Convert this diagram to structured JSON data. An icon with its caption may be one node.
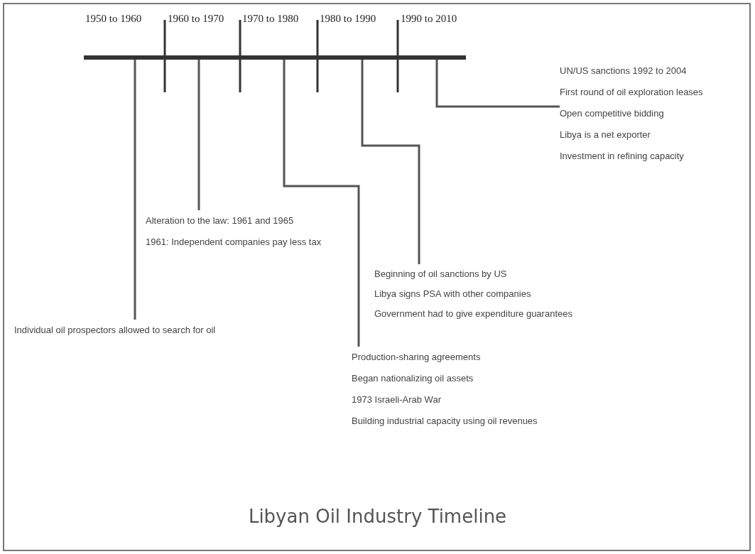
{
  "diagram": {
    "title": "Libyan Oil Industry Timeline",
    "nodes": [
      {
        "text": [],
        "shape": "bar"
      },
      {
        "text": [
          "Individual oil prospectors allowed to search for oil"
        ]
      },
      {
        "text": [
          "Alteration to the law: 1961 and 1965",
          "1961: Independent companies pay less tax"
        ]
      },
      {
        "text": [
          "Production-sharing agreements",
          "Began nationalizing oil assets",
          "1973 Israeli-Arab War",
          "Building industrial capacity using oil revenues"
        ]
      },
      {
        "text": [
          "Beginning of oil sanctions by US",
          "Libya signs PSA with other companies",
          "Government had to give expenditure guarantees"
        ]
      },
      {
        "text": [
          "UN/US sanctions 1992 to 2004",
          "First round of oil exploration leases",
          "Open competitive bidding",
          "Libya is a net exporter",
          "Investment in refining capacity"
        ]
      }
    ],
    "edges": [
      {
        "from": 0,
        "to": 1,
        "arrow": "none"
      },
      {
        "from": 0,
        "to": 2,
        "arrow": "none"
      },
      {
        "from": 0,
        "to": 3,
        "arrow": "none"
      },
      {
        "from": 0,
        "to": 4,
        "arrow": "none"
      },
      {
        "from": 0,
        "to": 5,
        "arrow": "none"
      }
    ],
    "labels": [
      "1950 to 1960",
      "1960 to 1970",
      "1970 to 1980",
      "1980 to 1990",
      "1990 to 2010"
    ]
  }
}
